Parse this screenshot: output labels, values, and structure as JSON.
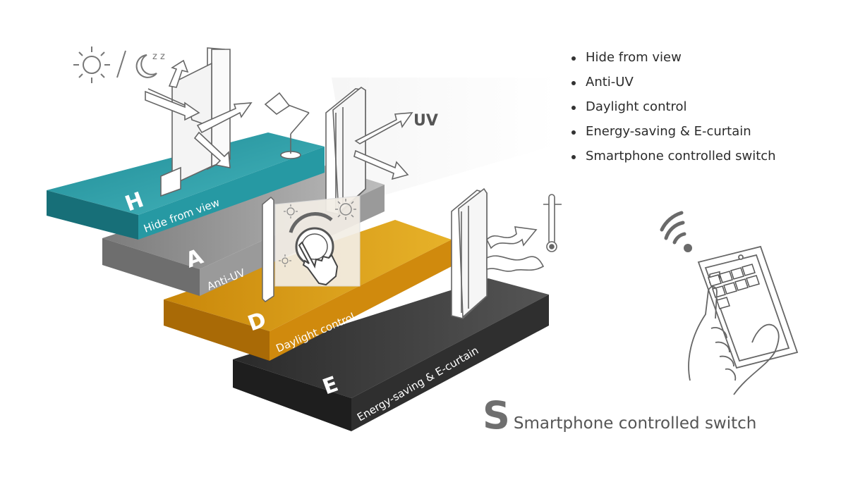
{
  "features": [
    "Hide from view",
    "Anti-UV",
    "Daylight control",
    "Energy-saving & E-curtain",
    "Smartphone controlled switch"
  ],
  "layers": [
    {
      "letter": "H",
      "label": "Hide from view",
      "color": "#2a9aa4"
    },
    {
      "letter": "A",
      "label": "Anti-UV",
      "color": "#8f8f8f"
    },
    {
      "letter": "D",
      "label": "Daylight control",
      "color": "#d8980c"
    },
    {
      "letter": "E",
      "label": "Energy-saving & E-curtain",
      "color": "#3a3a3a"
    }
  ],
  "uv_label": "UV",
  "sleep_label": "z z",
  "smartphone": {
    "letter": "S",
    "caption": "Smartphone controlled switch"
  },
  "icons": [
    "sun-icon",
    "moon-icon",
    "lamp-icon",
    "thermometer-icon",
    "wifi-icon",
    "smartphone-icon",
    "hand-icon",
    "touch-knob-icon"
  ]
}
